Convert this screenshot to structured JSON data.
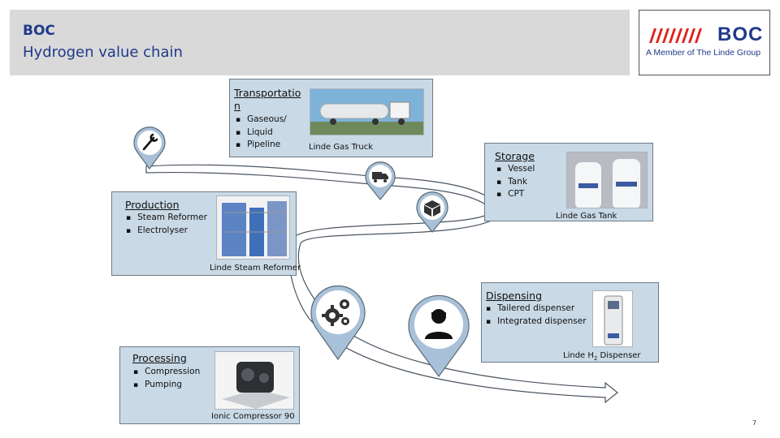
{
  "header": {
    "line1": "BOC",
    "line2": "Hydrogen value chain"
  },
  "logo": {
    "wordmark": "BOC",
    "subtitle": "A Member of The Linde Group",
    "colors": {
      "red": "#e0231b",
      "blue": "#1f3a8a"
    }
  },
  "panels": {
    "transportation": {
      "title_line1": "Transportatio",
      "title_line2": "n",
      "items": [
        "Gaseous/",
        "Liquid",
        "Pipeline"
      ],
      "caption": "Linde Gas Truck"
    },
    "storage": {
      "title": "Storage",
      "items": [
        "Vessel",
        "Tank",
        "CPT"
      ],
      "caption": "Linde Gas Tank"
    },
    "production": {
      "title": "Production",
      "items": [
        "Steam Reformer",
        "Electrolyser"
      ],
      "caption": "Linde Steam Reformer"
    },
    "dispensing": {
      "title": "Dispensing",
      "items": [
        "Tailered dispenser",
        "Integrated dispenser"
      ],
      "caption_main": "Linde H",
      "caption_sub": "2",
      "caption_end": " Dispenser"
    },
    "processing": {
      "title": "Processing",
      "items": [
        "Compression",
        "Pumping"
      ],
      "caption": "Ionic Compressor 90"
    }
  },
  "pins": [
    "wrench-icon",
    "truck-icon",
    "box-icon",
    "gears-icon",
    "user-icon"
  ],
  "colors": {
    "panel": "#c9d9e6",
    "pin": "#a9c1d8",
    "header": "#d9d9d9"
  },
  "page_number": "7"
}
